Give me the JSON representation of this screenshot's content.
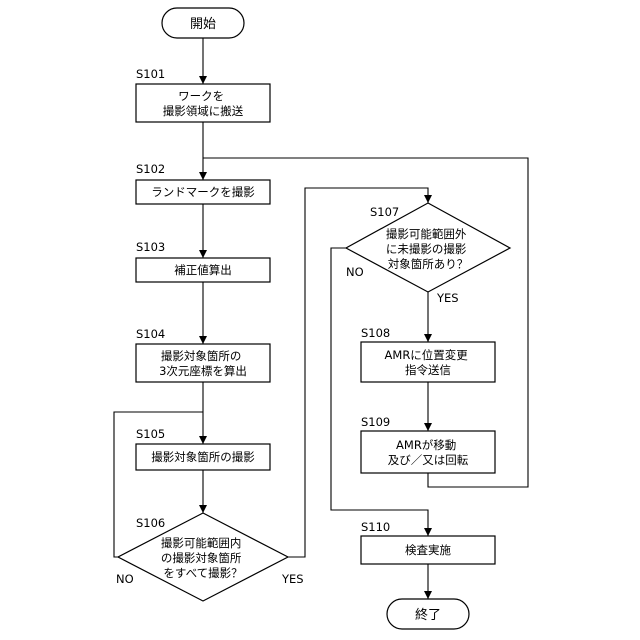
{
  "terminals": {
    "start": "開始",
    "end": "終了"
  },
  "steps": {
    "s101": {
      "id": "S101",
      "lines": [
        "ワークを",
        "撮影領域に搬送"
      ]
    },
    "s102": {
      "id": "S102",
      "lines": [
        "ランドマークを撮影"
      ]
    },
    "s103": {
      "id": "S103",
      "lines": [
        "補正値算出"
      ]
    },
    "s104": {
      "id": "S104",
      "lines": [
        "撮影対象箇所の",
        "3次元座標を算出"
      ]
    },
    "s105": {
      "id": "S105",
      "lines": [
        "撮影対象箇所の撮影"
      ]
    },
    "s106": {
      "id": "S106",
      "lines": [
        "撮影可能範囲内",
        "の撮影対象箇所",
        "をすべて撮影？"
      ],
      "yes": "YES",
      "no": "NO"
    },
    "s107": {
      "id": "S107",
      "lines": [
        "撮影可能範囲外",
        "に未撮影の撮影",
        "対象箇所あり？"
      ],
      "yes": "YES",
      "no": "NO"
    },
    "s108": {
      "id": "S108",
      "lines": [
        "AMRに位置変更",
        "指令送信"
      ]
    },
    "s109": {
      "id": "S109",
      "lines": [
        "AMRが移動",
        "及び／又は回転"
      ]
    },
    "s110": {
      "id": "S110",
      "lines": [
        "検査実施"
      ]
    }
  }
}
